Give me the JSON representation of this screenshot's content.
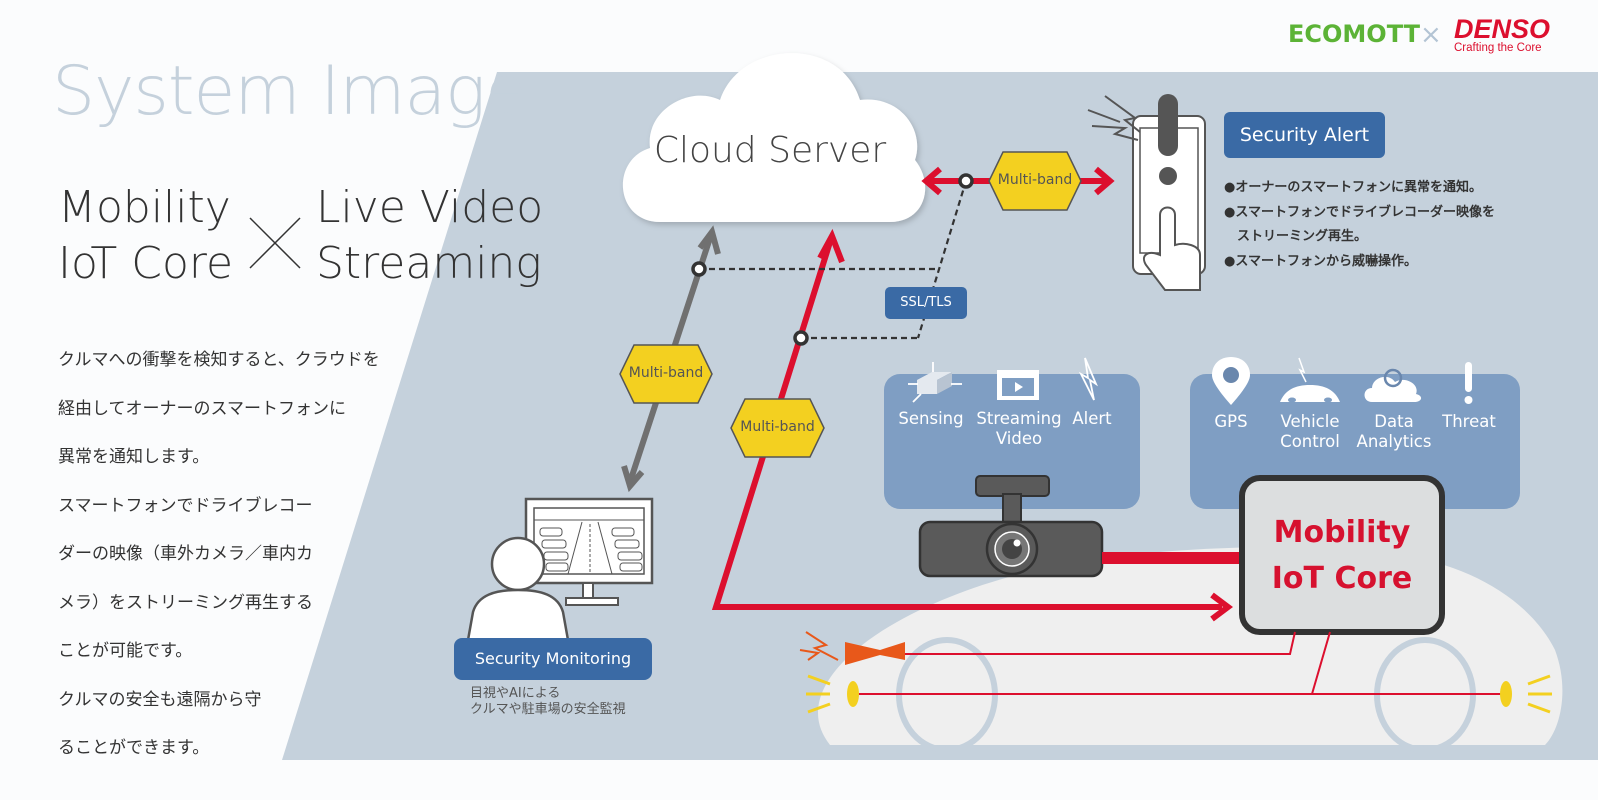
{
  "page": {
    "title": "System Image"
  },
  "logos": {
    "ecomott": "ECOMOTT",
    "separator": "×",
    "denso": "DENSO",
    "denso_tagline": "Crafting the Core"
  },
  "headline": {
    "left_line1": "Mobility",
    "left_line2": "IoT Core",
    "cross": "×",
    "right_line1": "Live Video",
    "right_line2": "Streaming"
  },
  "description": {
    "lines": [
      "クルマへの衝撃を検知すると、クラウドを",
      "経由してオーナーのスマートフォンに",
      "異常を通知します。",
      "スマートフォンでドライブレコー",
      "ダーの映像（車外カメラ／車内カ",
      "メラ）をストリーミング再生する",
      "ことが可能です。",
      "クルマの安全も遠隔から守",
      "ることができます。"
    ]
  },
  "diagram": {
    "cloud_server": "Cloud Server",
    "multiband_phone": "Multi-band",
    "multiband_monitor": "Multi-band",
    "multiband_vehicle": "Multi-band",
    "ssl_tls": "SSL/TLS",
    "security_alert": {
      "label": "Security Alert",
      "bullets": [
        "●オーナーのスマートフォンに異常を通知。",
        "●スマートフォンでドライブレコーダー映像を",
        "　ストリーミング再生。",
        "●スマートフォンから威嚇操作。"
      ]
    },
    "security_monitoring": {
      "label": "Security Monitoring",
      "sub_line1": "目視やAIによる",
      "sub_line2": "クルマや駐車場の安全監視"
    },
    "camera_features": [
      {
        "icon": "sensing-axes-icon",
        "label_line1": "Sensing",
        "label_line2": ""
      },
      {
        "icon": "streaming-video-icon",
        "label_line1": "Streaming",
        "label_line2": "Video"
      },
      {
        "icon": "alert-lightning-icon",
        "label_line1": "Alert",
        "label_line2": ""
      }
    ],
    "core_features": [
      {
        "icon": "gps-pin-icon",
        "label_line1": "GPS",
        "label_line2": ""
      },
      {
        "icon": "vehicle-control-icon",
        "label_line1": "Vehicle",
        "label_line2": "Control"
      },
      {
        "icon": "data-analytics-cloud-icon",
        "label_line1": "Data",
        "label_line2": "Analytics"
      },
      {
        "icon": "threat-exclamation-icon",
        "label_line1": "Threat",
        "label_line2": ""
      }
    ],
    "core_box_line1": "Mobility",
    "core_box_line2": "IoT Core"
  },
  "colors": {
    "background": "#fbfcfd",
    "panel_bg": "#c5d1dc",
    "feature_panel": "#7f9ec3",
    "badge_blue": "#3a6aa5",
    "accent_red": "#dc0f2e",
    "hex_yellow": "#f3d020",
    "ecomott_green": "#5cb336",
    "gray_arrow": "#707070"
  }
}
